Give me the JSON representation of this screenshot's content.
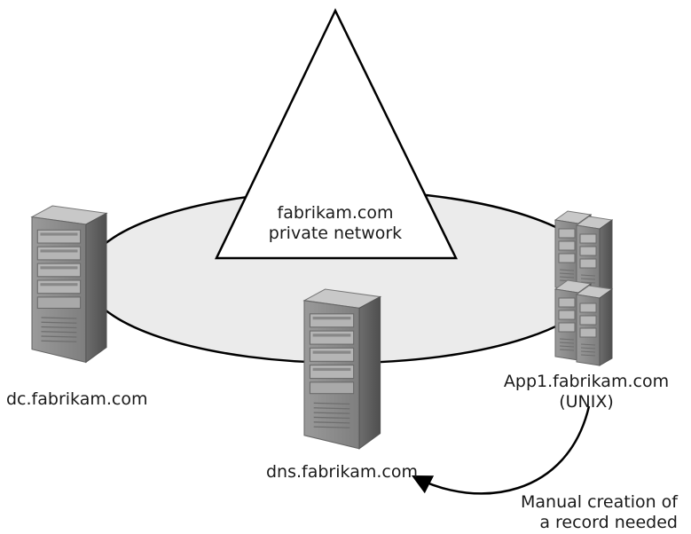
{
  "network": {
    "line1": "fabrikam.com",
    "line2": "private network"
  },
  "servers": {
    "dc": {
      "label": "dc.fabrikam.com"
    },
    "dns": {
      "label": "dns.fabrikam.com"
    },
    "app": {
      "line1": "App1.fabrikam.com",
      "line2": "(UNIX)"
    }
  },
  "annotation": {
    "line1": "Manual creation of",
    "line2": "a record needed"
  },
  "colors": {
    "ellipse_fill": "#ebebeb",
    "outline": "#000000",
    "server_front": "#8c8c8c",
    "server_side": "#5f5f5f",
    "server_top": "#c4c4c4"
  }
}
